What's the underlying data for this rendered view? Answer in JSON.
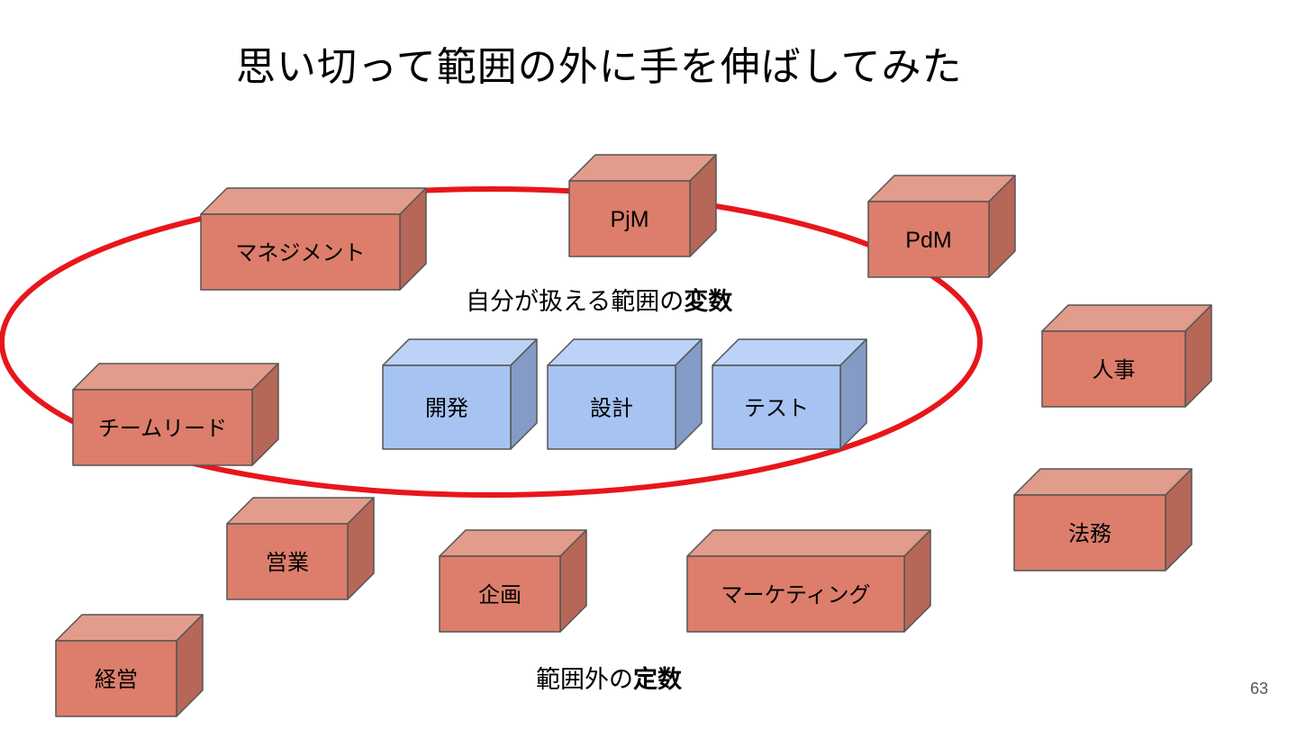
{
  "slide": {
    "title": "思い切って範囲の外に手を伸ばしてみた",
    "page_number": "63"
  },
  "captions": {
    "inside_prefix": "自分が扱える範囲の",
    "inside_emphasis": "変数",
    "outside_prefix": "範囲外の",
    "outside_emphasis": "定数"
  },
  "boxes": {
    "pjm": "PjM",
    "pdm": "PdM",
    "management": "マネジメント",
    "team_lead": "チームリード",
    "hr": "人事",
    "legal": "法務",
    "sales": "営業",
    "planning": "企画",
    "marketing": "マーケティング",
    "executive": "経営",
    "development": "開発",
    "design": "設計",
    "test": "テスト"
  },
  "colors": {
    "ring": "#e8161b",
    "red_front": "#dc7e6b",
    "red_top": "#e29c8c",
    "red_side": "#b66757",
    "blue_front": "#a7c3f2",
    "blue_top": "#bcd2f6",
    "blue_side": "#849bc6",
    "edge": "#555555"
  }
}
